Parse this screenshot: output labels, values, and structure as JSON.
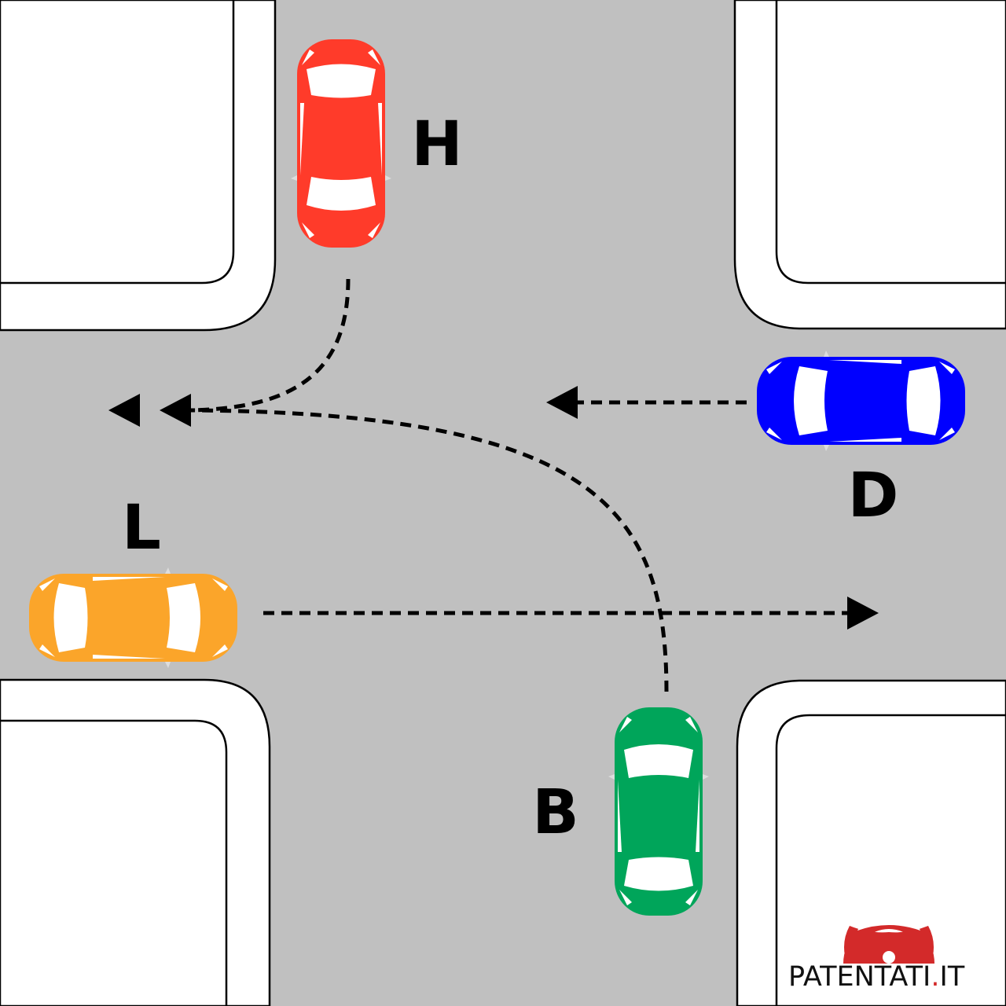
{
  "vehicles": [
    {
      "label": "H",
      "color": "#ff3b2a",
      "heading": "south",
      "maneuver": "turn-right"
    },
    {
      "label": "D",
      "color": "#0000ff",
      "heading": "west",
      "maneuver": "straight"
    },
    {
      "label": "L",
      "color": "#fba52a",
      "heading": "east",
      "maneuver": "straight"
    },
    {
      "label": "B",
      "color": "#00a55a",
      "heading": "north",
      "maneuver": "turn-left"
    }
  ],
  "colors": {
    "road": "#c0c0c0",
    "sidewalk": "#ffffff",
    "edge": "#000000",
    "logo_red": "#d32a2a"
  },
  "logo": {
    "name": "PATENTATI",
    "dot": ".",
    "tld": "IT",
    "icon": "steering-wheel-icon"
  }
}
